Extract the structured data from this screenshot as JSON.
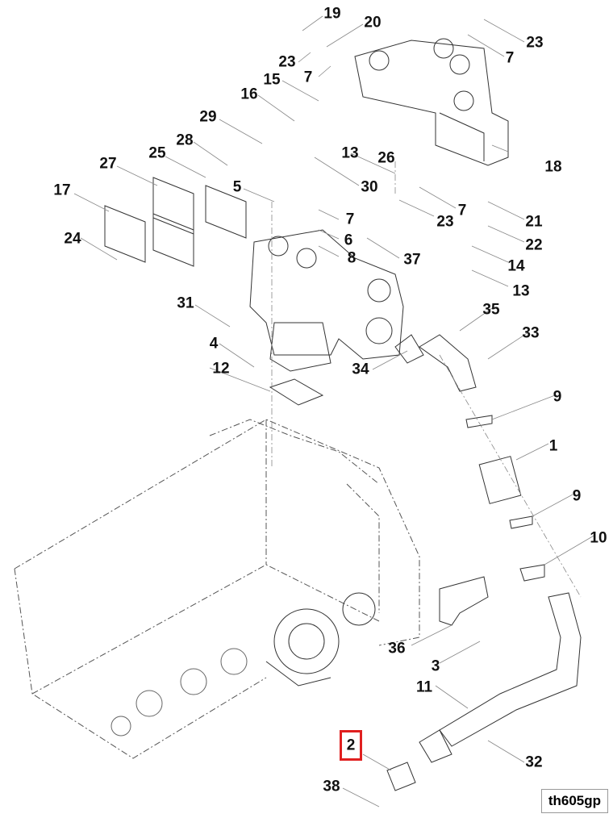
{
  "diagram": {
    "reference_code": "th605gp",
    "highlighted_callout": "2",
    "highlight_color": "#e02020",
    "callouts": [
      {
        "id": "19",
        "text": "19"
      },
      {
        "id": "20",
        "text": "20"
      },
      {
        "id": "23a",
        "text": "23"
      },
      {
        "id": "7a",
        "text": "7"
      },
      {
        "id": "23b",
        "text": "23"
      },
      {
        "id": "7b",
        "text": "7"
      },
      {
        "id": "15",
        "text": "15"
      },
      {
        "id": "16",
        "text": "16"
      },
      {
        "id": "29",
        "text": "29"
      },
      {
        "id": "28",
        "text": "28"
      },
      {
        "id": "27",
        "text": "27"
      },
      {
        "id": "25",
        "text": "25"
      },
      {
        "id": "13a",
        "text": "13"
      },
      {
        "id": "26",
        "text": "26"
      },
      {
        "id": "18",
        "text": "18"
      },
      {
        "id": "17",
        "text": "17"
      },
      {
        "id": "5",
        "text": "5"
      },
      {
        "id": "30",
        "text": "30"
      },
      {
        "id": "24",
        "text": "24"
      },
      {
        "id": "7c",
        "text": "7"
      },
      {
        "id": "6",
        "text": "6"
      },
      {
        "id": "8",
        "text": "8"
      },
      {
        "id": "37",
        "text": "37"
      },
      {
        "id": "23c",
        "text": "23"
      },
      {
        "id": "7d",
        "text": "7"
      },
      {
        "id": "21",
        "text": "21"
      },
      {
        "id": "22",
        "text": "22"
      },
      {
        "id": "14",
        "text": "14"
      },
      {
        "id": "13b",
        "text": "13"
      },
      {
        "id": "31",
        "text": "31"
      },
      {
        "id": "35",
        "text": "35"
      },
      {
        "id": "33",
        "text": "33"
      },
      {
        "id": "4",
        "text": "4"
      },
      {
        "id": "34",
        "text": "34"
      },
      {
        "id": "12",
        "text": "12"
      },
      {
        "id": "9a",
        "text": "9"
      },
      {
        "id": "1",
        "text": "1"
      },
      {
        "id": "9b",
        "text": "9"
      },
      {
        "id": "10",
        "text": "10"
      },
      {
        "id": "36",
        "text": "36"
      },
      {
        "id": "3",
        "text": "3"
      },
      {
        "id": "11",
        "text": "11"
      },
      {
        "id": "2",
        "text": "2"
      },
      {
        "id": "32",
        "text": "32"
      },
      {
        "id": "38",
        "text": "38"
      }
    ]
  }
}
